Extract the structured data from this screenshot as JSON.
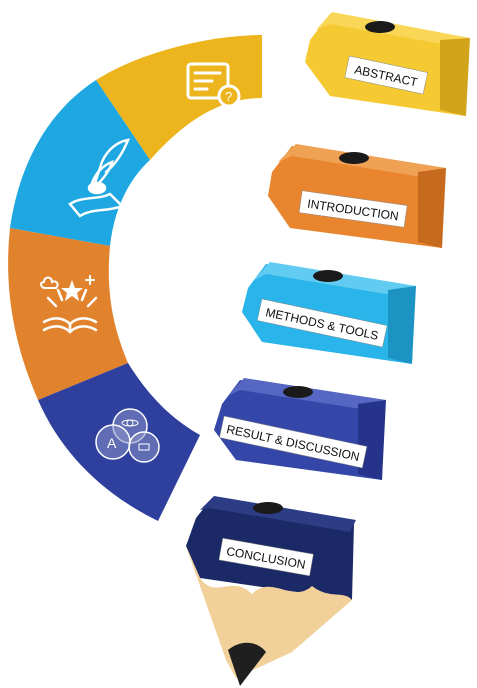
{
  "sections": [
    {
      "label": "ABSTRACT",
      "color": "#F2C12E",
      "arc_color": "#EDB51D",
      "icon": "document-search-icon"
    },
    {
      "label": "INTRODUCTION",
      "color": "#E8852E",
      "arc_color": "#1EA7E1",
      "icon": "quill-inkpot-icon"
    },
    {
      "label": "METHODS & TOOLS",
      "color": "#29B5EA",
      "arc_color": "#E1822D",
      "icon": "open-book-stars-icon"
    },
    {
      "label": "RESULT & DISCUSSION",
      "color": "#3447A8",
      "arc_color": "#2E3F9D",
      "icon": "venn-diagram-icon"
    },
    {
      "label": "CONCLUSION",
      "color": "#1B2A66",
      "icon": "pencil-tip-icon"
    }
  ]
}
